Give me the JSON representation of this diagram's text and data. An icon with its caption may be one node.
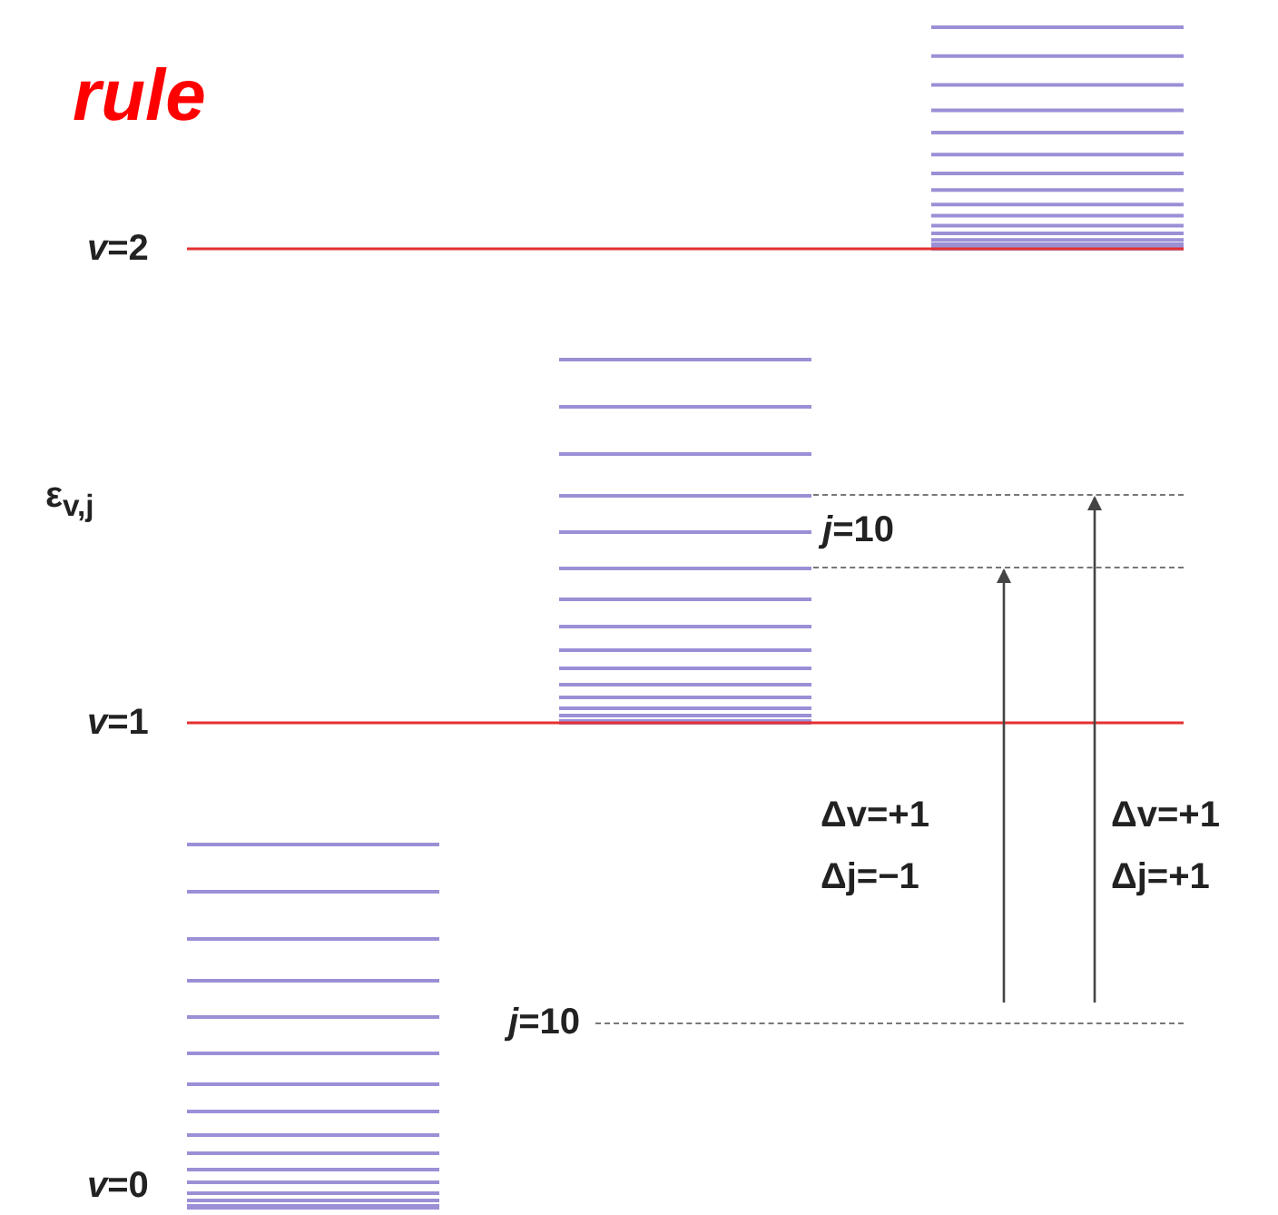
{
  "diagram": {
    "title": "rule",
    "nodes": [
      {
        "text": [
          "*j*=10"
        ]
      },
      {
        "text": [],
        "shape": "bar"
      },
      {
        "text": [],
        "shape": "bar"
      }
    ],
    "edges": [
      {
        "from": 0,
        "to": 2,
        "arrow": "to",
        "label": "Δv=+1 Δj=−1"
      },
      {
        "from": 0,
        "to": 1,
        "arrow": "to",
        "label": "Δv=+1 Δj=+1"
      }
    ],
    "labels": [
      "*v*=2",
      "ε$_{v,j}$",
      "*v*=1",
      "*j*=10",
      "*v*=0"
    ]
  }
}
